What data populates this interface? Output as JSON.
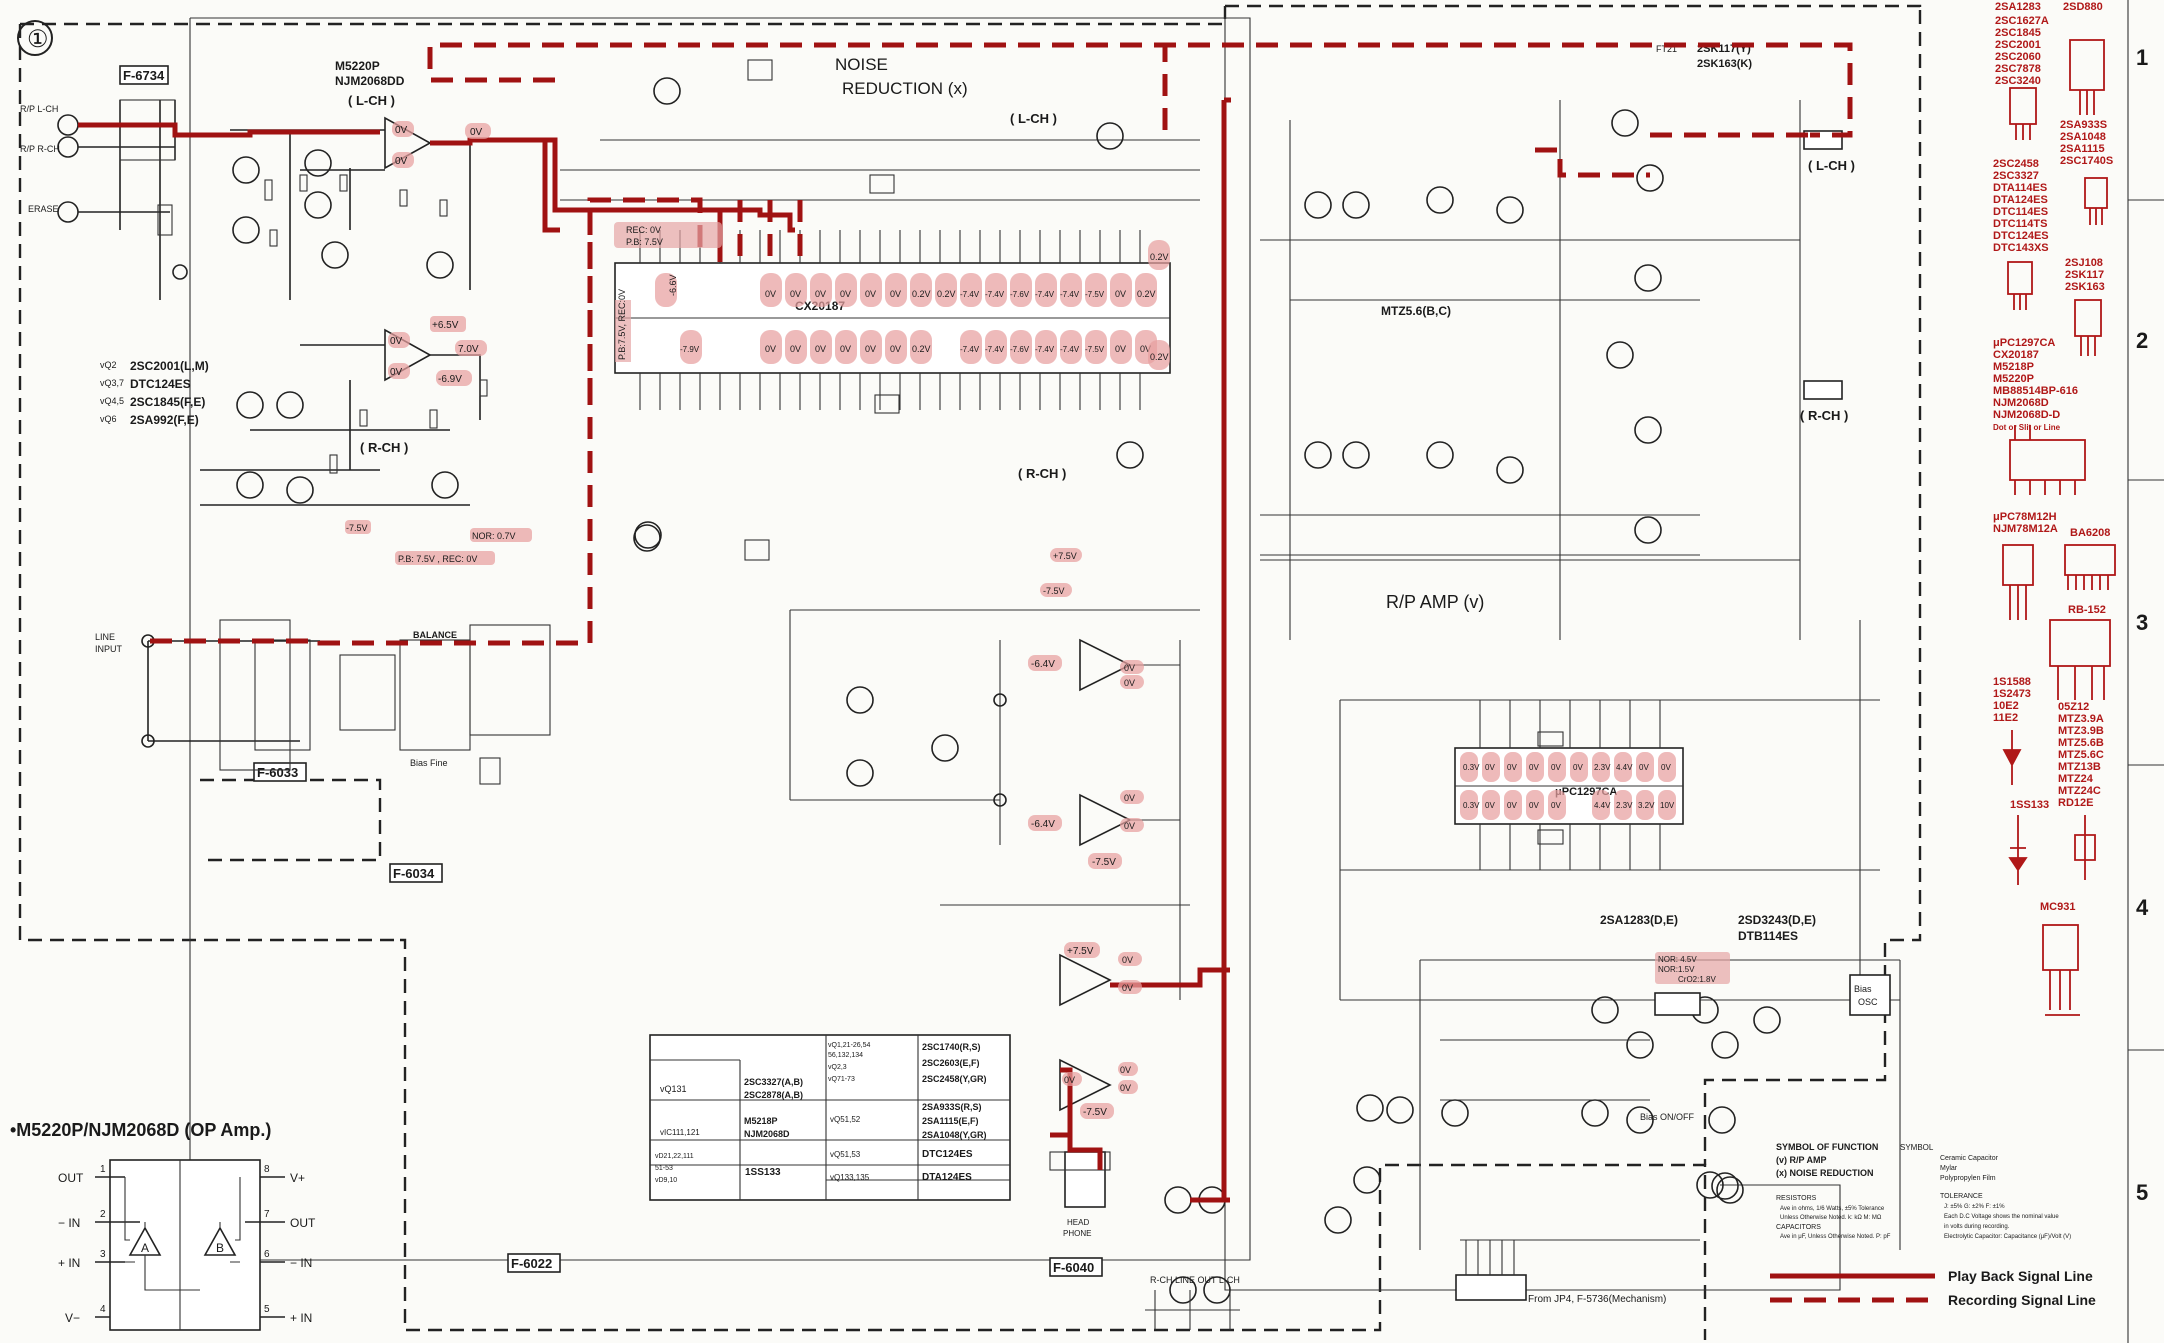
{
  "sheet_no": "①",
  "title_blocks": {
    "noise_reduction": "NOISE",
    "noise_reduction2": "REDUCTION (x)",
    "rp_amp": "R/P AMP (v)",
    "lch1": "( L-CH )",
    "lch2": "( L-CH )",
    "lch3": "( L-CH )",
    "rch1": "( R-CH )",
    "rch2": "( R-CH )",
    "rch3": "( R-CH )"
  },
  "boards": [
    "F-6734",
    "F-6033",
    "F-6034",
    "F-6022",
    "F-6040"
  ],
  "ics": {
    "ic2_name": "M5220P",
    "ic2_alt": "NJM2068DD",
    "cx": "CX20187",
    "upc": "μPC1297CA",
    "ft21a": "2SK117(Y)",
    "ft21b": "2SK163(K)",
    "mtz": "MTZ5.6(B,C)",
    "q55": "2SA1283(D,E)",
    "q50": "2SD3243(D,E)",
    "dtb": "DTB114ES",
    "bias": "Bias",
    "osc": "OSC"
  },
  "transistor_legend": [
    {
      "ref": "vQ2",
      "part": "2SC2001(L,M)"
    },
    {
      "ref": "vQ3,7",
      "part": "DTC124ES"
    },
    {
      "ref": "vQ4,5",
      "part": "2SC1845(F,E)"
    },
    {
      "ref": "vQ6",
      "part": "2SA992(F,E)"
    }
  ],
  "voltages": {
    "ic2_top": [
      "0V",
      "0V",
      "0V"
    ],
    "ic2_bot": [
      "+6.5V",
      "0V",
      "7.0V",
      "-6.9V",
      "0V"
    ],
    "cx_top_row": [
      "-6.6V",
      "0V",
      "0V",
      "0V",
      "0V",
      "0V",
      "0V",
      "0.2V",
      "0.2V",
      "-7.4V",
      "-7.4V",
      "-7.6V",
      "-7.4V",
      "-7.4V",
      "-7.5V",
      "0V",
      "0.2V",
      "0.2V"
    ],
    "cx_bot_row": [
      "-7.9V",
      "0V",
      "0V",
      "0V",
      "0V",
      "0V",
      "0V",
      "0.2V",
      "-7.4V",
      "-7.4V",
      "-7.6V",
      "-7.4V",
      "-7.4V",
      "-7.5V",
      "0V",
      "0V",
      "0.2V"
    ],
    "rec_state": "REC: 0V",
    "pb_state": "P.B: 7.5V",
    "vertical_note": "P.B:7.5V, REC:0V",
    "nor": "NOR: 0.7V",
    "minus75": "-7.5V",
    "pb_rec_bottom": "P.B: 7.5V , REC: 0V",
    "plus75": "+7.5V",
    "minus75b": "-7.5V",
    "op_left": [
      "-6.4V",
      "0V",
      "0V"
    ],
    "op_left2": [
      "-6.4V",
      "0V",
      "0V",
      "-7.5V"
    ],
    "hp_top": [
      "+7.5V",
      "0V",
      "0V"
    ],
    "hp_bot": [
      "0V",
      "0V",
      "0V",
      "-7.5V"
    ],
    "upc_top": [
      "0.3V",
      "0V",
      "0V",
      "0V",
      "0V",
      "0V",
      "2.3V",
      "4.4V",
      "0V",
      "0V"
    ],
    "upc_bot": [
      "0.3V",
      "0V",
      "0V",
      "0V",
      "0V",
      "4.4V",
      "2.3V",
      "3.2V",
      "10V"
    ],
    "nor_box": [
      "NOR: 4.5V",
      "NOR:1.5V",
      "CrO2:1.8V"
    ]
  },
  "labels": {
    "line_input_1": "LINE",
    "line_input_2": "INPUT",
    "balance": "BALANCE",
    "bias_fine": "Bias Fine",
    "head_phone_1": "HEAD",
    "head_phone_2": "PHONE",
    "bottom_conn": "R-CH  LINE OUT  L-CH",
    "from_jp4": "From JP4, F-5736(Mechanism)",
    "bias_onoff": "Bias ON/OFF",
    "rp_lch": "R/P L-CH",
    "rp_rch": "R/P R-CH",
    "erase": "ERASE"
  },
  "parts_table": [
    [
      "vQ131",
      "2SC3327(A,B)\n2SC2878(A,B)",
      "vQ1,21-26,54\n56,132,134\nvQ2,3\nvQ71-73",
      "2SC1740(R,S)\n2SC2603(E,F)\n2SC2458(Y,GR)"
    ],
    [
      "vIC111,121",
      "M5218P\nNJM2068D",
      "vQ51,52",
      "2SA933S(R,S)\n2SA1115(E,F)\n2SA1048(Y,GR)"
    ],
    [
      "vD21,22,111\n51-53\nvD9,10",
      "1SS133",
      "vQ51,53",
      "DTC124ES"
    ],
    [
      "",
      "",
      "vQ133,135",
      "DTA124ES"
    ]
  ],
  "opamp_title": "•M5220P/NJM2068D (OP Amp.)",
  "opamp_pins": {
    "p1": "OUT",
    "p2": "− IN",
    "p3": "+ IN",
    "p4": "V−",
    "p8": "V+",
    "p7": "OUT",
    "p6": "− IN",
    "p5": "+ IN",
    "a": "A",
    "b": "B"
  },
  "symbol_legend": {
    "head": "SYMBOL OF FUNCTION",
    "v": "(v)  R/P AMP",
    "x": "(x)  NOISE REDUCTION",
    "symbol": "SYMBOL",
    "cap1": "Ceramic Capacitor",
    "cap2": "Mylar",
    "cap3": "Polypropylen Film",
    "resistors": "RESISTORS",
    "res1": "Ave in ohms, 1/6 Watts, ±5% Tolerance",
    "res2": "Unless Otherwise Noted. k: kΩ   M: MΩ",
    "caps": "CAPACITORS",
    "caps1": "Ave in μF, Unless Otherwise Noted. P: pF",
    "tol": "TOLERANCE",
    "tol1": "J: ±5%   G: ±2%   F: ±1%",
    "tol2": "Each D.C Voltage shows the nominal value",
    "tol3": "in volts during recording.",
    "tol4": "Electrolytic Capacitor:  Capacitance (μF)/Volt (V)"
  },
  "line_legend": {
    "play": "Play Back Signal Line",
    "record": "Recording Signal Line"
  },
  "row_numbers": [
    "1",
    "2",
    "3",
    "4",
    "5"
  ],
  "part_groups": [
    [
      "2SA1283",
      "2SC1627A",
      "2SC1845",
      "2SC2001",
      "2SC2060",
      "2SC7878",
      "2SC3240"
    ],
    [
      "2SD880"
    ],
    [
      "2SA933S",
      "2SA1048",
      "2SA1115",
      "2SC1740S"
    ],
    [
      "2SC2458",
      "2SC3327",
      "DTA114ES",
      "DTA124ES",
      "DTC114ES",
      "DTC114TS",
      "DTC124ES",
      "DTC143XS"
    ],
    [
      "2SJ108",
      "2SK117",
      "2SK163"
    ],
    [
      "μPC1297CA",
      "CX20187",
      "M5218P",
      "M5220P",
      "MB88514BP-616",
      "NJM2068D",
      "NJM2068D-D"
    ],
    [
      "μPC78M12H",
      "NJM78M12A"
    ],
    [
      "BA6208"
    ],
    [
      "RB-152"
    ],
    [
      "1S1588",
      "1S2473",
      "10E2",
      "11E2"
    ],
    [
      "05Z12",
      "MTZ3.9A",
      "MTZ3.9B",
      "MTZ5.6B",
      "MTZ5.6C",
      "MTZ13B",
      "MTZ24",
      "MTZ24C",
      "RD12E"
    ],
    [
      "1SS133"
    ],
    [
      "MC931"
    ]
  ],
  "dot_note": "Dot or Slit or Line"
}
